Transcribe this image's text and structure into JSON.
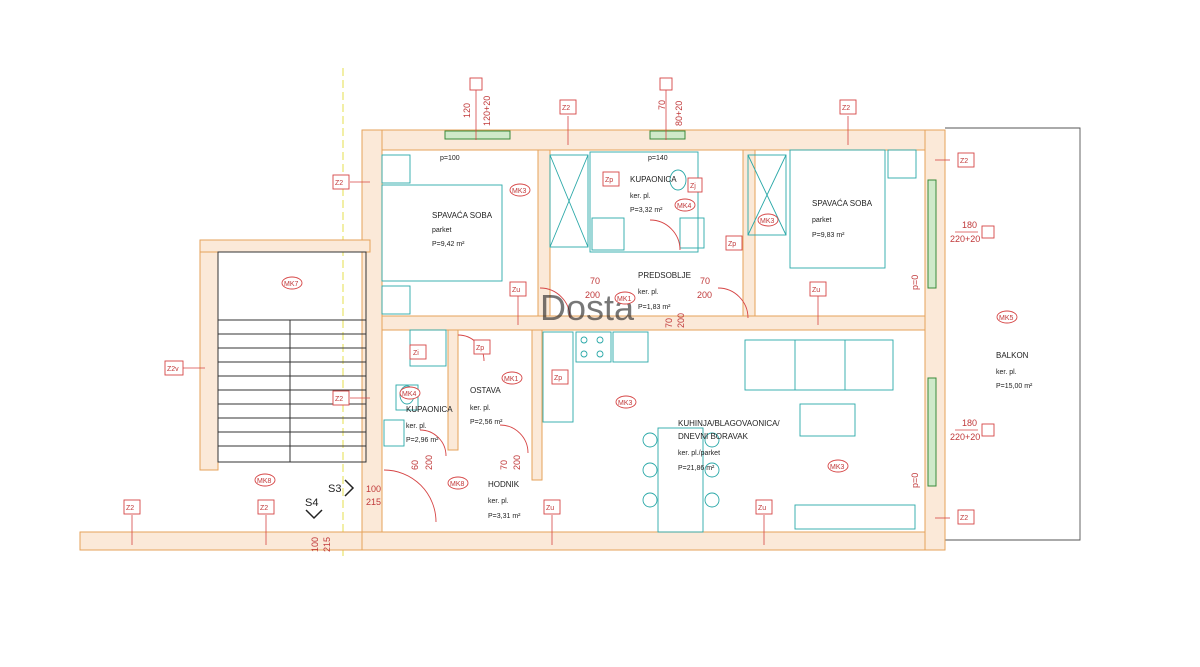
{
  "rooms": {
    "bed1": {
      "name": "SPAVAĆA SOBA",
      "floor": "parket",
      "area": "P=9,42 m²"
    },
    "bath1": {
      "name": "KUPAONICA",
      "floor": "ker. pl.",
      "area": "P=3,32 m²"
    },
    "bed2": {
      "name": "SPAVAĆA SOBA",
      "floor": "parket",
      "area": "P=9,83 m²"
    },
    "hall": {
      "name": "PREDSOBLJE",
      "floor": "ker. pl.",
      "area": "P=1,83 m²"
    },
    "bath2": {
      "name": "KUPAONICA",
      "floor": "ker. pl.",
      "area": "P=2,96 m²"
    },
    "storage": {
      "name": "OSTAVA",
      "floor": "ker. pl.",
      "area": "P=2,56 m²"
    },
    "corridor": {
      "name": "HODNIK",
      "floor": "ker. pl.",
      "area": "P=3,31 m²"
    },
    "kitchen": {
      "name1": "KUHINJA/BLAGOVAONICA/",
      "name2": "DNEVNI BORAVAK",
      "floor": "ker. pl./parket",
      "area": "P=21,86 m²"
    },
    "balcony": {
      "name": "BALKON",
      "floor": "ker. pl.",
      "area": "P=15,00 m²"
    }
  },
  "wall_tags": {
    "z2": "Z2",
    "z2v": "Z2v",
    "zu": "Zu",
    "zp": "Zp",
    "zi": "Zi",
    "zj": "Zj"
  },
  "floor_tags": {
    "mk1": "MK1",
    "mk3": "MK3",
    "mk4": "MK4",
    "mk5": "MK5",
    "mk7": "MK7",
    "mk8": "MK8"
  },
  "dimensions": {
    "w1_a": "120",
    "w1_b": "120+20",
    "w1_p": "p=100",
    "w2_a": "70",
    "w2_b": "80+20",
    "w2_p": "p=140",
    "d_a": "70",
    "d_b": "200",
    "d_c": "70",
    "d_d": "200",
    "d_e": "70",
    "d_f": "200",
    "d_g": "60",
    "d_h": "200",
    "d_i": "70",
    "d_j": "200",
    "entry_a": "100",
    "entry_b": "215",
    "bw1_a": "180",
    "bw1_b": "220+20",
    "bw2_a": "180",
    "bw2_b": "220+20",
    "p0a": "p=0",
    "p0b": "p=0",
    "s_a": "100",
    "s_b": "215"
  },
  "sections": {
    "s3": "S3",
    "s4": "S4"
  },
  "watermark": "Dosta"
}
